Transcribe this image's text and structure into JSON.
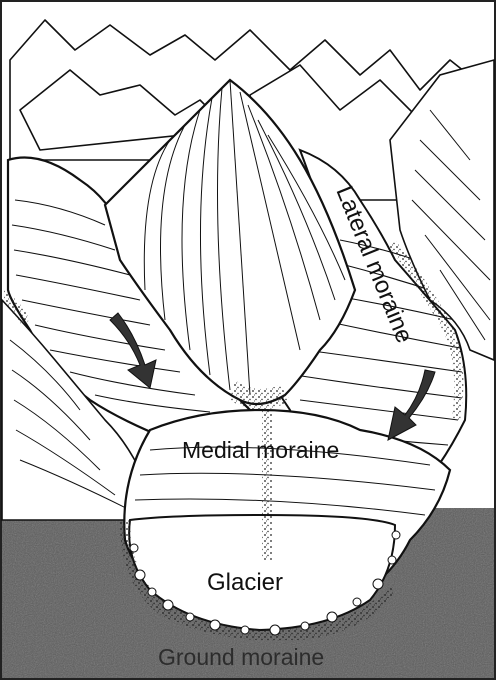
{
  "labels": {
    "lateral_moraine": "Lateral moraine",
    "medial_moraine": "Medial moraine",
    "glacier": "Glacier",
    "ground_moraine": "Ground moraine"
  },
  "colors": {
    "ink": "#111111",
    "ground": "#5a5a5a",
    "paper": "#ffffff",
    "arrow": "#333333"
  },
  "icons": [
    "flow-arrow-left",
    "flow-arrow-right"
  ]
}
